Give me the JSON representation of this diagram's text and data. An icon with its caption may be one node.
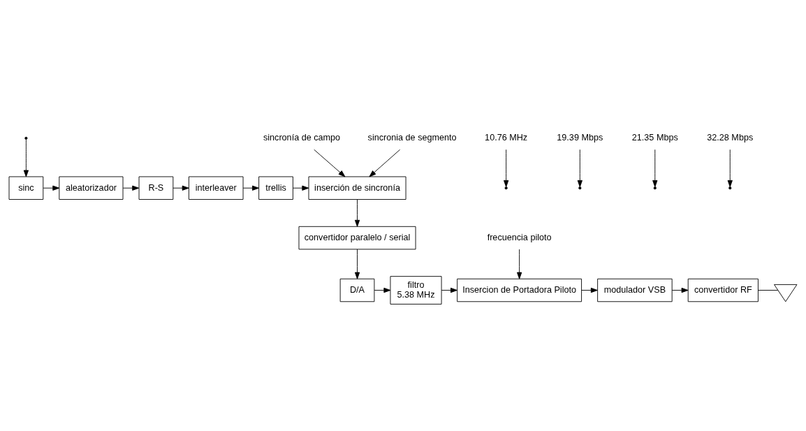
{
  "diagram": {
    "nodes": [
      {
        "text": [
          "sinc"
        ]
      },
      {
        "text": [
          "aleatorizador"
        ]
      },
      {
        "text": [
          "R-S"
        ]
      },
      {
        "text": [
          "interleaver"
        ]
      },
      {
        "text": [
          "trellis"
        ]
      },
      {
        "text": [
          "inserción de sincronía"
        ]
      },
      {
        "text": [
          "convertidor paralelo / serial"
        ]
      },
      {
        "text": [
          "D/A"
        ]
      },
      {
        "text": [
          "filtro",
          "5.38 MHz"
        ]
      },
      {
        "text": [
          "Insercion de Portadora Piloto"
        ]
      },
      {
        "text": [
          "modulador VSB"
        ]
      },
      {
        "text": [
          "convertidor RF"
        ]
      },
      {
        "text": [],
        "shape": "antenna"
      },
      {
        "text": [
          "sincronía de campo"
        ]
      },
      {
        "text": [
          "sincronia de segmento"
        ]
      },
      {
        "text": [
          "frecuencia piloto"
        ]
      },
      {
        "text": [
          "10.76 MHz"
        ]
      },
      {
        "text": [
          "19.39 Mbps"
        ]
      },
      {
        "text": [
          "21.35 Mbps"
        ]
      },
      {
        "text": [
          "32.28 Mbps"
        ]
      }
    ],
    "edges": [
      {
        "from": null,
        "to": 0,
        "arrow": "to"
      },
      {
        "from": 0,
        "to": 1,
        "arrow": "to"
      },
      {
        "from": 1,
        "to": 2,
        "arrow": "to"
      },
      {
        "from": 2,
        "to": 3,
        "arrow": "to"
      },
      {
        "from": 3,
        "to": 4,
        "arrow": "to"
      },
      {
        "from": 4,
        "to": 5,
        "arrow": "to"
      },
      {
        "from": 13,
        "to": 5,
        "arrow": "to"
      },
      {
        "from": 14,
        "to": 5,
        "arrow": "to"
      },
      {
        "from": 5,
        "to": 6,
        "arrow": "to"
      },
      {
        "from": 6,
        "to": 7,
        "arrow": "to"
      },
      {
        "from": 7,
        "to": 8,
        "arrow": "to"
      },
      {
        "from": 8,
        "to": 9,
        "arrow": "to"
      },
      {
        "from": 9,
        "to": 10,
        "arrow": "to"
      },
      {
        "from": 10,
        "to": 11,
        "arrow": "to"
      },
      {
        "from": 11,
        "to": 12,
        "arrow": "none"
      },
      {
        "from": 15,
        "to": 9,
        "arrow": "to"
      },
      {
        "from": 16,
        "to": null,
        "arrow": "to"
      },
      {
        "from": 17,
        "to": null,
        "arrow": "to"
      },
      {
        "from": 18,
        "to": null,
        "arrow": "to"
      },
      {
        "from": 19,
        "to": null,
        "arrow": "to"
      }
    ]
  }
}
